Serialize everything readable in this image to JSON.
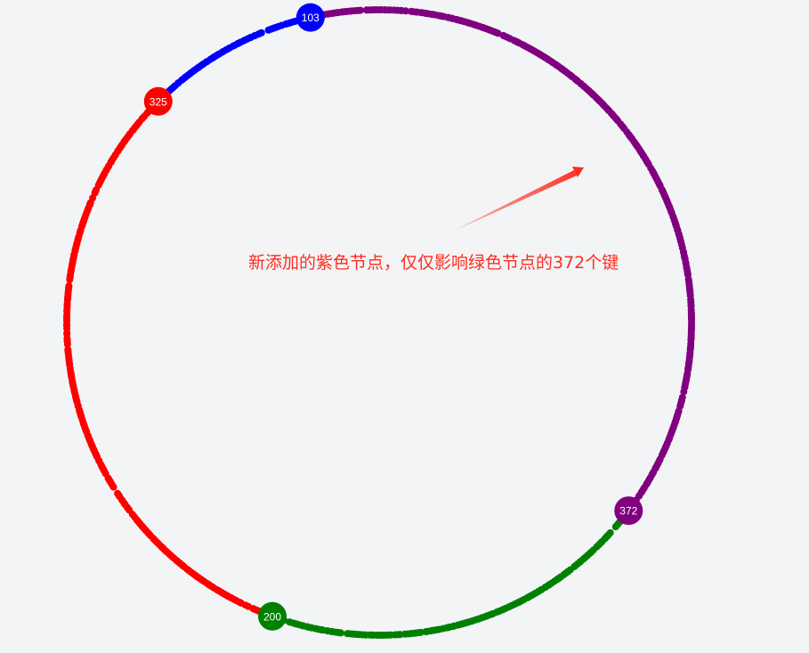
{
  "diagram": {
    "type": "consistent-hash-ring",
    "ring_color": "#d9dadc",
    "nodes": [
      {
        "id": "103",
        "label": "103",
        "angle_deg": -12.7,
        "color": "#0000ff"
      },
      {
        "id": "372",
        "label": "372",
        "angle_deg": 127.0,
        "color": "#800080"
      },
      {
        "id": "200",
        "label": "200",
        "angle_deg": 200.0,
        "color": "#008000"
      },
      {
        "id": "325",
        "label": "325",
        "angle_deg": 315.0,
        "color": "#ff0000"
      }
    ],
    "key_arcs": [
      {
        "owner": "103",
        "from_deg": -45.0,
        "to_deg": -12.7,
        "color": "#0000ff"
      },
      {
        "owner": "372",
        "from_deg": -12.7,
        "to_deg": 127.0,
        "color": "#800080"
      },
      {
        "owner": "200",
        "from_deg": 127.0,
        "to_deg": 200.0,
        "color": "#008000"
      },
      {
        "owner": "325",
        "from_deg": 200.0,
        "to_deg": 315.0,
        "color": "#ff0000"
      }
    ],
    "annotation": {
      "text": "新添加的紫色节点，仅仅影响绿色节点的372个键",
      "color": "#ff2d20",
      "arrow_color": "#ff2d20"
    }
  }
}
